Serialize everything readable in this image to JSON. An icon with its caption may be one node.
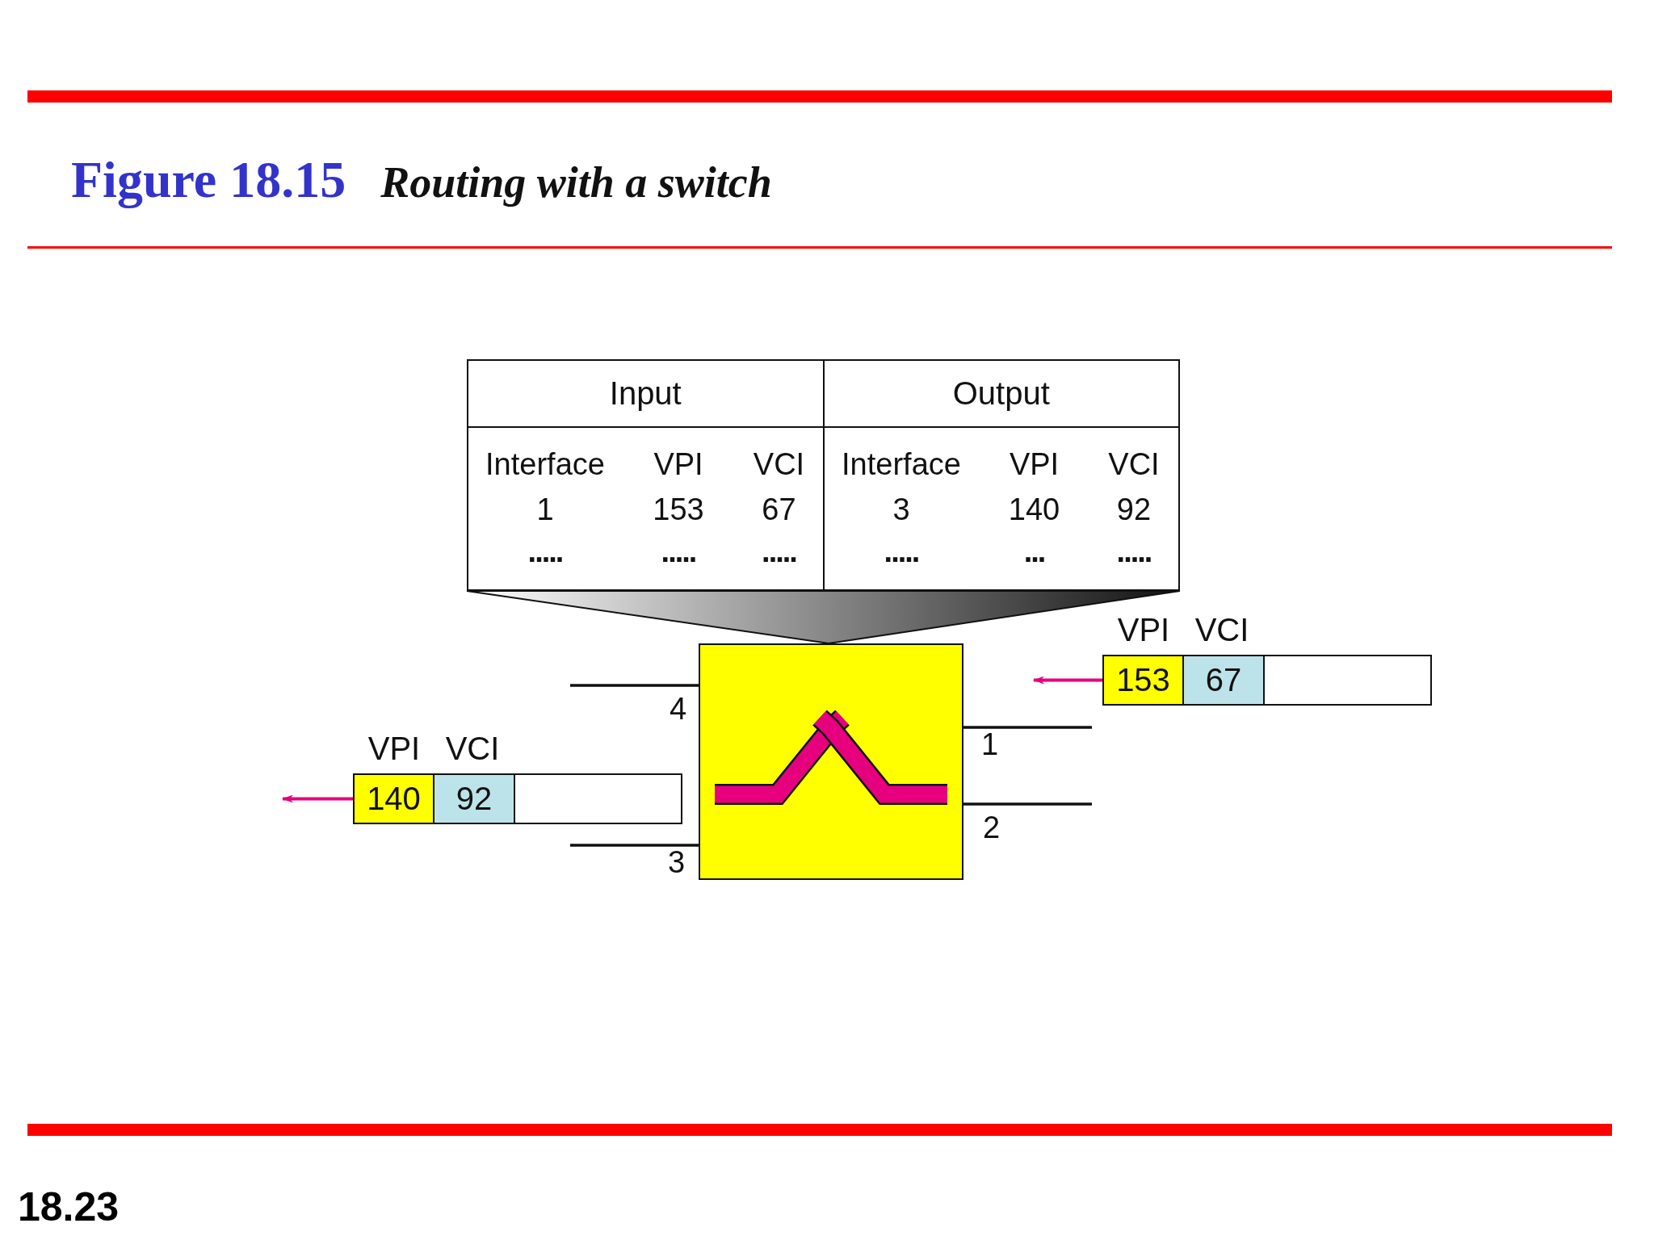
{
  "diagram": {
    "title": "**Figure 18.15** *Routing with a switch*",
    "nodes": [
      {
        "text": [],
        "shape": "box"
      },
      {
        "text": [
          "153",
          "67"
        ],
        "beside": [
          "VPI",
          "VCI"
        ]
      },
      {
        "text": [
          "140",
          "92"
        ],
        "beside": [
          "VPI",
          "VCI"
        ]
      }
    ],
    "edges": [
      {
        "from": 0,
        "to": null,
        "arrow": "none",
        "label": "4"
      },
      {
        "from": 0,
        "to": null,
        "arrow": "none",
        "label": "3"
      },
      {
        "from": 0,
        "to": null,
        "arrow": "none",
        "label": "1"
      },
      {
        "from": 0,
        "to": null,
        "arrow": "none",
        "label": "2"
      },
      {
        "from": 1,
        "to": null,
        "arrow": "to",
        "color": "#e6007e"
      },
      {
        "from": 2,
        "to": null,
        "arrow": "to",
        "color": "#e6007e"
      }
    ],
    "labels": [
      "Input",
      "Output",
      "Interface",
      "VPI",
      "VCI",
      "Interface",
      "VPI",
      "VCI",
      "1",
      "153",
      "67",
      "3",
      "140",
      "92",
      ".....",
      ".....",
      ".....",
      ".....",
      "...",
      ".....",
      "18.23"
    ]
  }
}
